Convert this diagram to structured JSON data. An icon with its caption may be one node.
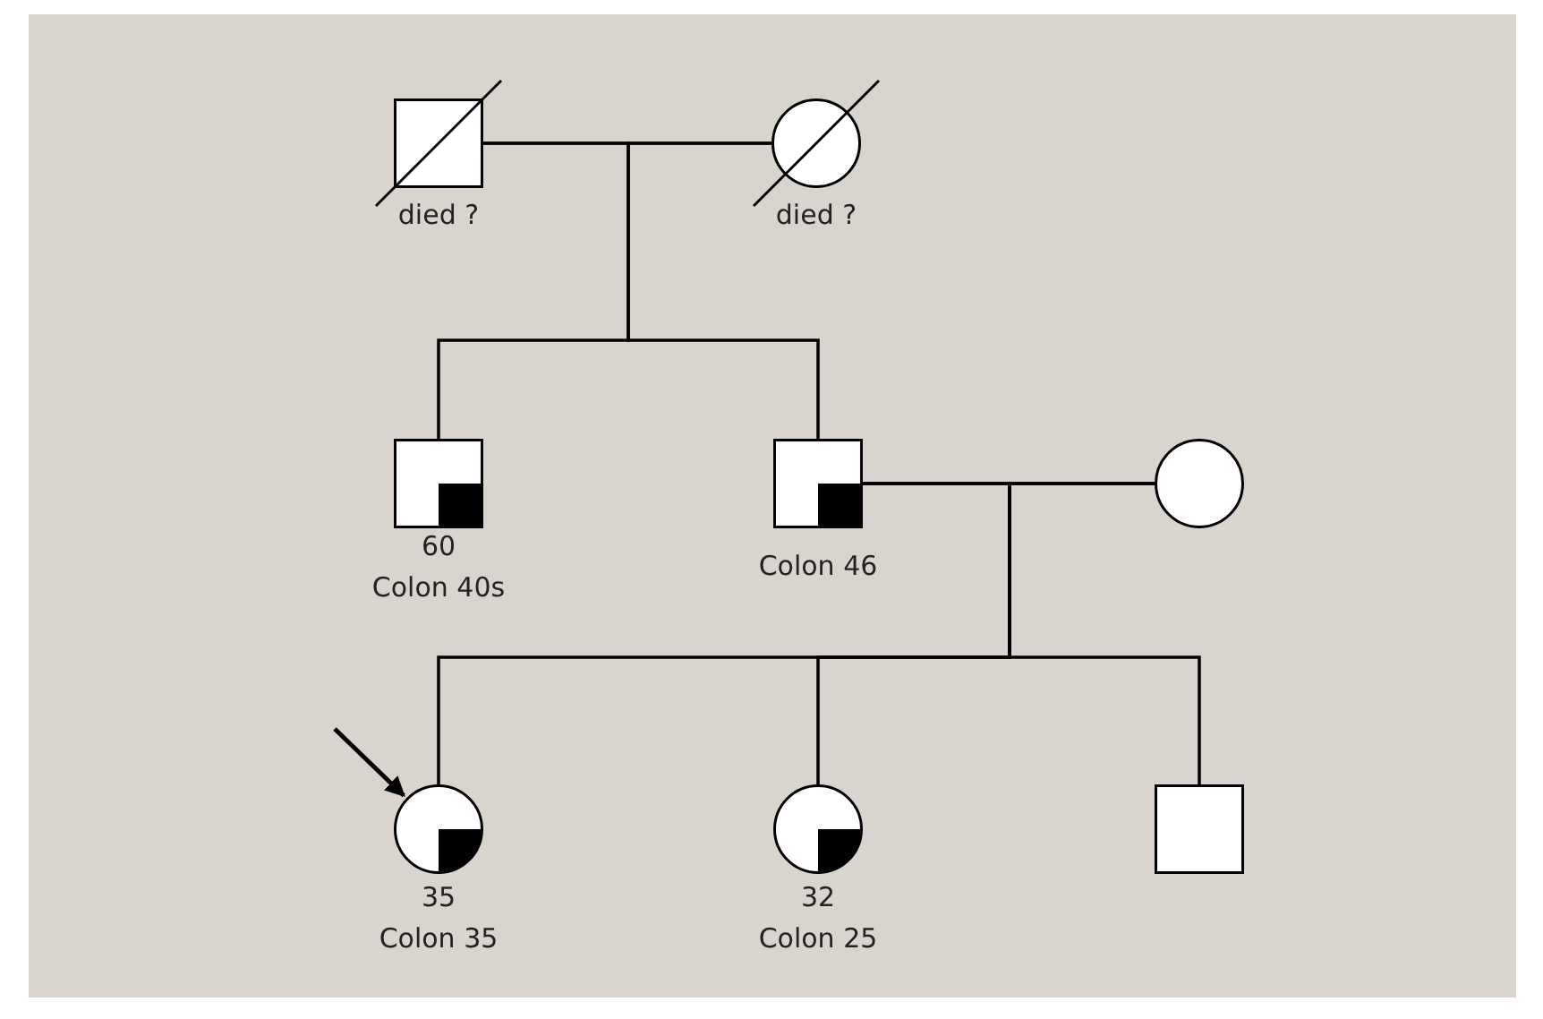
{
  "diagram": {
    "nodes": [
      {
        "text": [
          "died ?"
        ]
      },
      {
        "text": [
          "died ?"
        ]
      },
      {
        "text": [
          "60",
          "Colon 40s"
        ]
      },
      {
        "text": [
          "Colon 46"
        ]
      },
      {
        "text": [],
        "shape": "circle"
      },
      {
        "text": [
          "35",
          "Colon 35"
        ]
      },
      {
        "text": [
          "32",
          "Colon 25"
        ]
      },
      {
        "text": [],
        "shape": "box"
      }
    ],
    "edges": [
      {
        "from": 0,
        "to": 1,
        "arrow": "none"
      },
      {
        "from": 0,
        "to": 2,
        "arrow": "none"
      },
      {
        "from": 1,
        "to": 2,
        "arrow": "none"
      },
      {
        "from": 0,
        "to": 3,
        "arrow": "none"
      },
      {
        "from": 1,
        "to": 3,
        "arrow": "none"
      },
      {
        "from": 3,
        "to": 4,
        "arrow": "none"
      },
      {
        "from": 3,
        "to": 5,
        "arrow": "none"
      },
      {
        "from": 4,
        "to": 5,
        "arrow": "none"
      },
      {
        "from": 3,
        "to": 6,
        "arrow": "none"
      },
      {
        "from": 4,
        "to": 6,
        "arrow": "none"
      },
      {
        "from": 3,
        "to": 7,
        "arrow": "none"
      },
      {
        "from": 4,
        "to": 7,
        "arrow": "none"
      },
      {
        "from": null,
        "to": 5,
        "arrow": "to"
      }
    ]
  }
}
